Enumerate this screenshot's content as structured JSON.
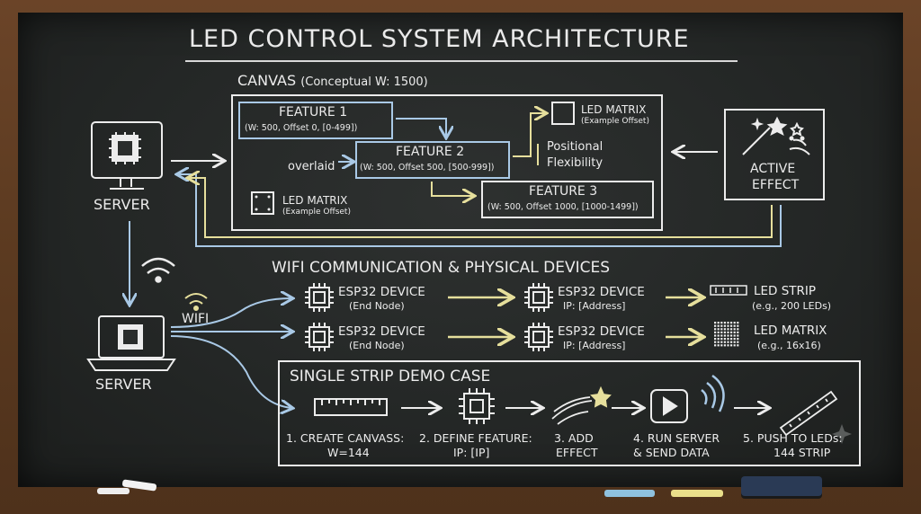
{
  "title": "LED CONTROL SYSTEM ARCHITECTURE",
  "canvas": {
    "heading": "CANVAS",
    "heading_note": "(Conceptual W: 1500)",
    "feature1": {
      "title": "FEATURE 1",
      "detail": "(W: 500, Offset 0, [0-499])"
    },
    "feature2": {
      "title": "FEATURE 2",
      "detail": "(W: 500, Offset 500, [500-999])"
    },
    "feature3": {
      "title": "FEATURE 3",
      "detail": "(W: 500, Offset 1000, [1000-1499])"
    },
    "overlaid": "overlaid",
    "led_matrix_top": {
      "title": "LED MATRIX",
      "detail": "(Example Offset)"
    },
    "led_matrix_bottom": {
      "title": "LED MATRIX",
      "detail": "(Example Offset)"
    },
    "positional": [
      "Positional",
      "Flexibility"
    ]
  },
  "active_effect": [
    "ACTIVE",
    "EFFECT"
  ],
  "server_top": "SERVER",
  "server_bottom": "SERVER",
  "wifi_label": "WIFI",
  "wifi_section": {
    "heading": "WIFI COMMUNICATION & PHYSICAL DEVICES",
    "rows": [
      {
        "left_title": "ESP32 DEVICE",
        "left_sub": "(End Node)",
        "mid_title": "ESP32 DEVICE",
        "mid_sub": "IP: [Address]",
        "out_title": "LED STRIP",
        "out_sub": "(e.g., 200 LEDs)"
      },
      {
        "left_title": "ESP32 DEVICE",
        "left_sub": "(End Node)",
        "mid_title": "ESP32 DEVICE",
        "mid_sub": "IP: [Address]",
        "out_title": "LED MATRIX",
        "out_sub": "(e.g., 16x16)"
      }
    ]
  },
  "demo": {
    "heading": "SINGLE STRIP DEMO CASE",
    "steps": [
      {
        "line1": "1. CREATE CANVASS:",
        "line2": "W=144",
        "icon": "ruler-icon"
      },
      {
        "line1": "2. DEFINE FEATURE:",
        "line2": "IP: [IP]",
        "icon": "chip-icon"
      },
      {
        "line1": "3. ADD",
        "line2": "EFFECT",
        "icon": "shooting-star-icon"
      },
      {
        "line1": "4. RUN SERVER",
        "line2": "& SEND DATA",
        "icon": "play-icon"
      },
      {
        "line1": "5. PUSH TO LEDs:",
        "line2": "144 STRIP",
        "icon": "led-strip-icon"
      }
    ]
  },
  "colors": {
    "chalk": "#ececec",
    "blue": "#a9c9e6",
    "yellow": "#e6df9c",
    "board": "#262928"
  }
}
